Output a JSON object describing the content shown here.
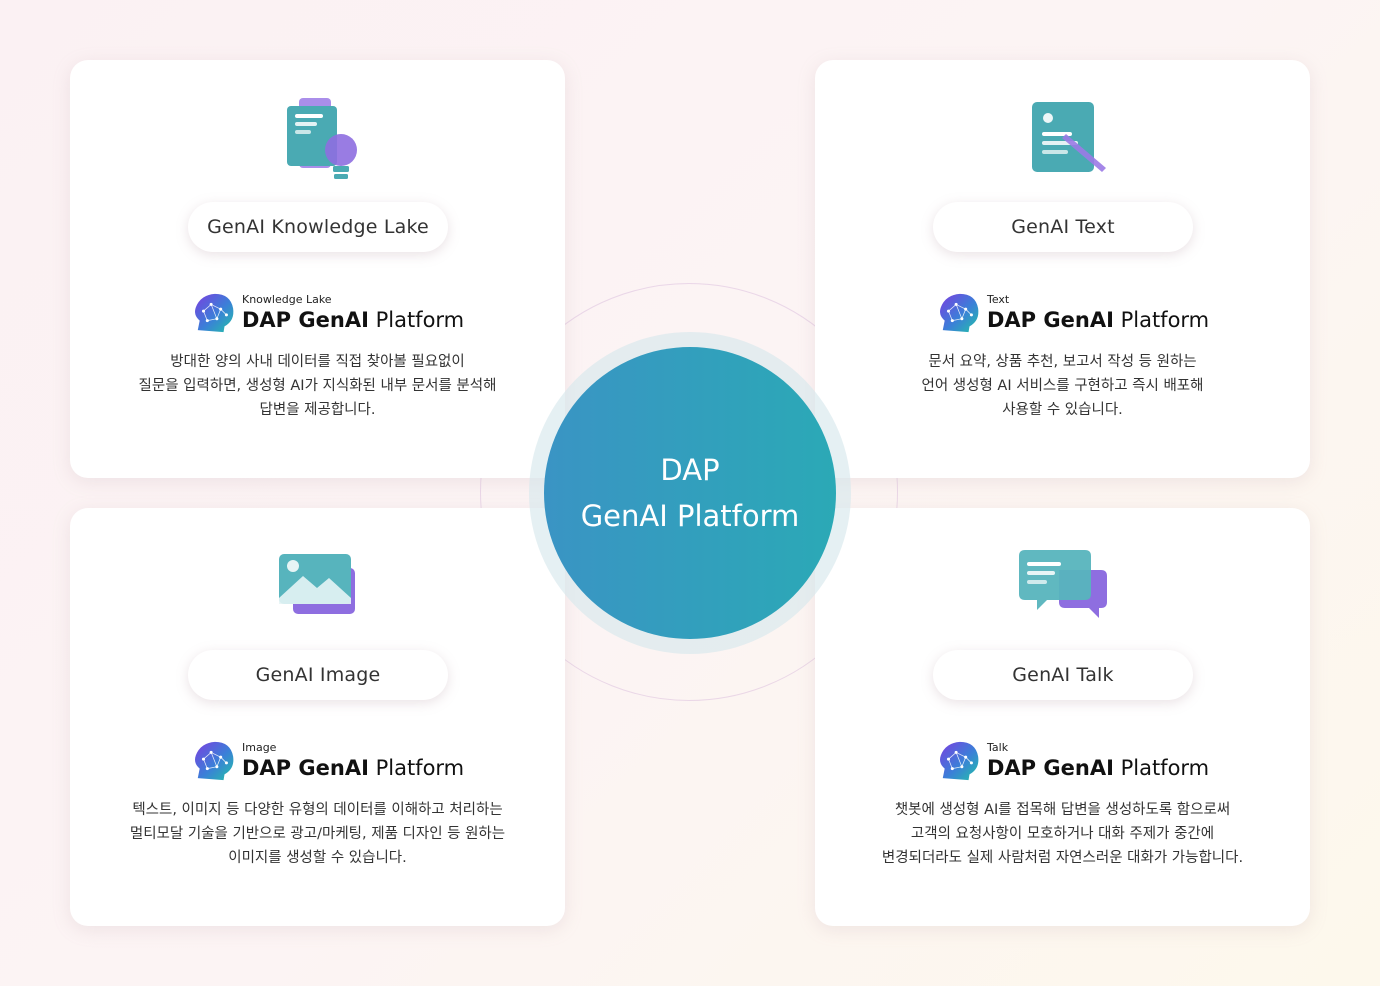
{
  "center": {
    "line1": "DAP",
    "line2": "GenAI Platform"
  },
  "logo_main_bold": "DAP GenAI",
  "logo_main_regular": "Platform",
  "cards": [
    {
      "title": "GenAI Knowledge Lake",
      "logo_sub": "Knowledge Lake",
      "icon": "document-lightbulb-icon",
      "desc": [
        "방대한 양의 사내 데이터를 직접 찾아볼 필요없이",
        "질문을 입력하면, 생성형 AI가 지식화된 내부 문서를 분석해",
        "답변을 제공합니다."
      ]
    },
    {
      "title": "GenAI Text",
      "logo_sub": "Text",
      "icon": "document-pen-icon",
      "desc": [
        "문서 요약, 상품 추천, 보고서 작성 등 원하는",
        "언어 생성형 AI 서비스를 구현하고 즉시 배포해",
        "사용할 수 있습니다."
      ]
    },
    {
      "title": "GenAI Image",
      "logo_sub": "Image",
      "icon": "image-icon",
      "desc": [
        "텍스트, 이미지 등 다양한 유형의 데이터를 이해하고 처리하는",
        "멀티모달 기술을 기반으로 광고/마케팅, 제품 디자인 등 원하는",
        "이미지를 생성할 수 있습니다."
      ]
    },
    {
      "title": "GenAI Talk",
      "logo_sub": "Talk",
      "icon": "chat-bubbles-icon",
      "desc": [
        "챗봇에 생성형 AI를 접목해 답변을 생성하도록 함으로써",
        "고객의 요청사항이 모호하거나 대화 주제가 중간에",
        "변경되더라도 실제 사람처럼 자연스러운 대화가 가능합니다."
      ]
    }
  ],
  "colors": {
    "teal": "#4aaab3",
    "purple": "#8e6ee0",
    "center_start": "#3a94c4",
    "center_end": "#2ba9b6"
  }
}
